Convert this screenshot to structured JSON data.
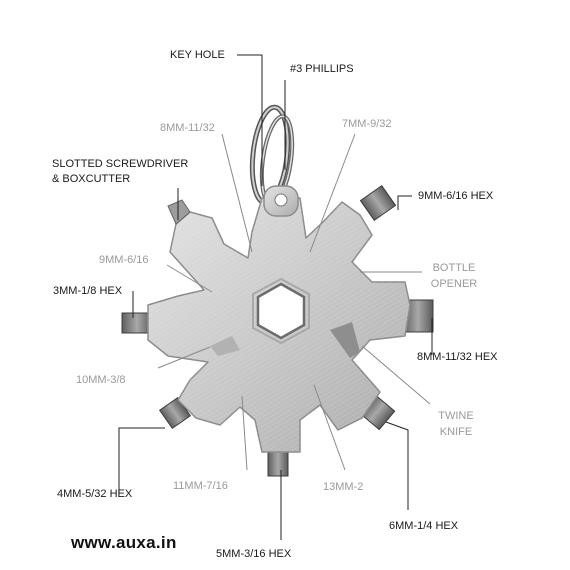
{
  "labels": {
    "key_hole": "KEY HOLE",
    "phillips": "#3 PHILLIPS",
    "mm8_11_32_top": "8MM-11/32",
    "mm7_9_32": "7MM-9/32",
    "slotted_1": "SLOTTED SCREWDRIVER",
    "slotted_2": "& BOXCUTTER",
    "mm9_6_16_hex": "9MM-6/16 HEX",
    "mm9_6_16": "9MM-6/16",
    "bottle_1": "BOTTLE",
    "bottle_2": "OPENER",
    "mm3_1_8_hex": "3MM-1/8 HEX",
    "mm8_11_32_hex": "8MM-11/32 HEX",
    "mm10_3_8": "10MM-3/8",
    "twine_1": "TWINE",
    "twine_2": "KNIFE",
    "mm4_5_32_hex": "4MM-5/32 HEX",
    "mm11_7_16": "11MM-7/16",
    "mm13_2": "13MM-2",
    "mm6_1_4_hex": "6MM-1/4 HEX",
    "mm5_3_16_hex": "5MM-3/16 HEX"
  },
  "website": "www.auxa.in",
  "colors": {
    "label_dark": "#1a1a1a",
    "label_grey": "#9a9a9a",
    "leader_line": "#222222",
    "leader_line_grey": "#8a8a8a",
    "steel": "#c8c8c8",
    "steel_edge": "#7d7d7d"
  }
}
